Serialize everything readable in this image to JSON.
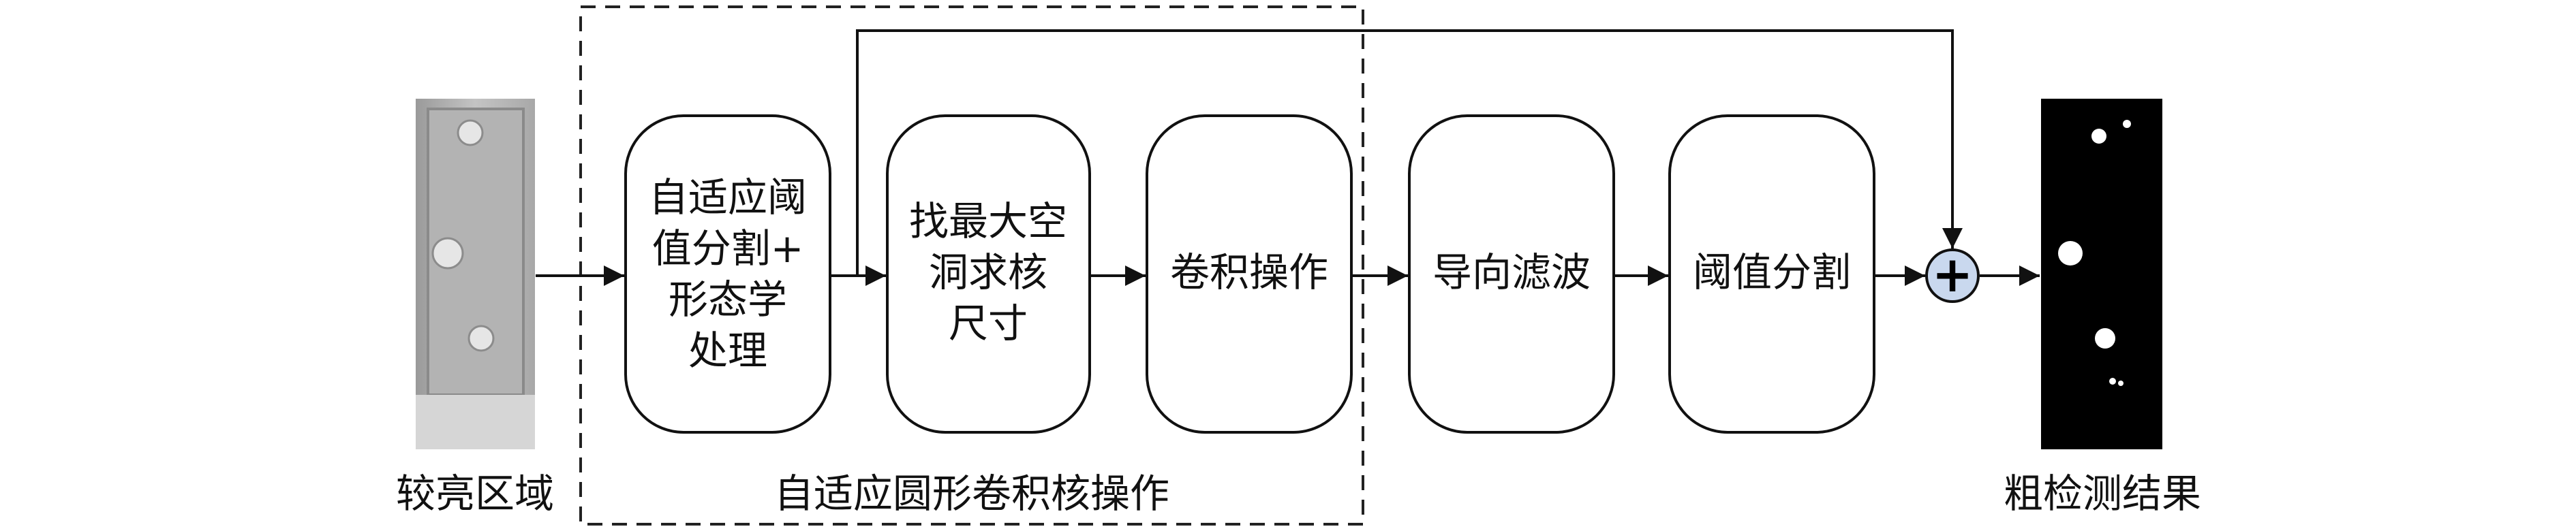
{
  "input_label": "较亮区域",
  "group_label": "自适应圆形卷积核操作",
  "output_label": "粗检测结果",
  "nodes": [
    {
      "id": "adaptive-threshold",
      "lines": [
        "自适应阈",
        "值分割+",
        "形态学",
        "处理"
      ]
    },
    {
      "id": "find-max-hole",
      "lines": [
        "找最大空",
        "洞求核",
        "尺寸"
      ]
    },
    {
      "id": "convolution",
      "lines": [
        "卷积操作"
      ]
    },
    {
      "id": "guided-filter",
      "lines": [
        "导向滤波"
      ]
    },
    {
      "id": "threshold-seg",
      "lines": [
        "阈值分割"
      ]
    }
  ],
  "adder_symbol": "+",
  "colors": {
    "adder_fill": "#c9d8ee",
    "input_bg": "#bdbdbd",
    "output_bg": "#000000",
    "spot": "#ffffff"
  }
}
